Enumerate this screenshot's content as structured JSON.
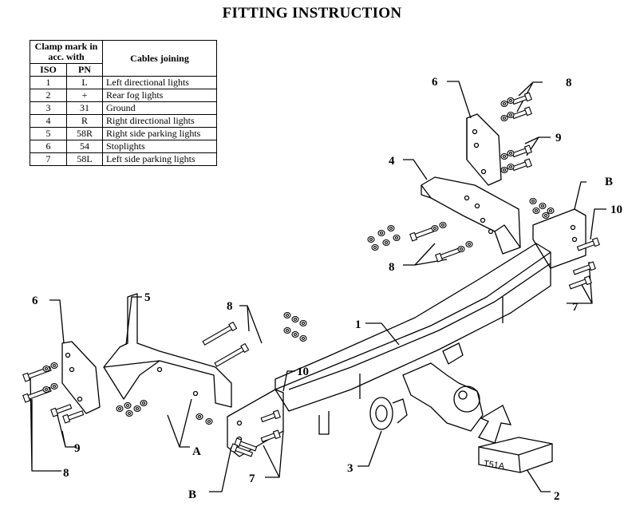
{
  "title": "FITTING INSTRUCTION",
  "table": {
    "header_group": "Clamp mark in acc. with",
    "header_iso": "ISO",
    "header_pn": "PN",
    "header_cables": "Cables joining",
    "rows": [
      {
        "iso": "1",
        "pn": "L",
        "cable": "Left directional lights"
      },
      {
        "iso": "2",
        "pn": "+",
        "cable": "Rear fog lights"
      },
      {
        "iso": "3",
        "pn": "31",
        "cable": "Ground"
      },
      {
        "iso": "4",
        "pn": "R",
        "cable": "Right directional lights"
      },
      {
        "iso": "5",
        "pn": "58R",
        "cable": "Right side parking lights"
      },
      {
        "iso": "6",
        "pn": "54",
        "cable": "Stoplights"
      },
      {
        "iso": "7",
        "pn": "58L",
        "cable": "Left side parking lights"
      }
    ]
  },
  "labels": {
    "n1": "1",
    "n2": "2",
    "n3": "3",
    "n4": "4",
    "n5": "5",
    "n6_right": "6",
    "n6_left": "6",
    "n7_right": "7",
    "n7_left": "7",
    "n8_top": "8",
    "n8_mid_right": "8",
    "n8_mid_left": "8",
    "n8_bottom_left": "8",
    "n9_right": "9",
    "n9_left": "9",
    "n10_right": "10",
    "n10_left": "10",
    "a": "A",
    "b_right": "B",
    "b_left": "B"
  },
  "plate_text": "T51A"
}
